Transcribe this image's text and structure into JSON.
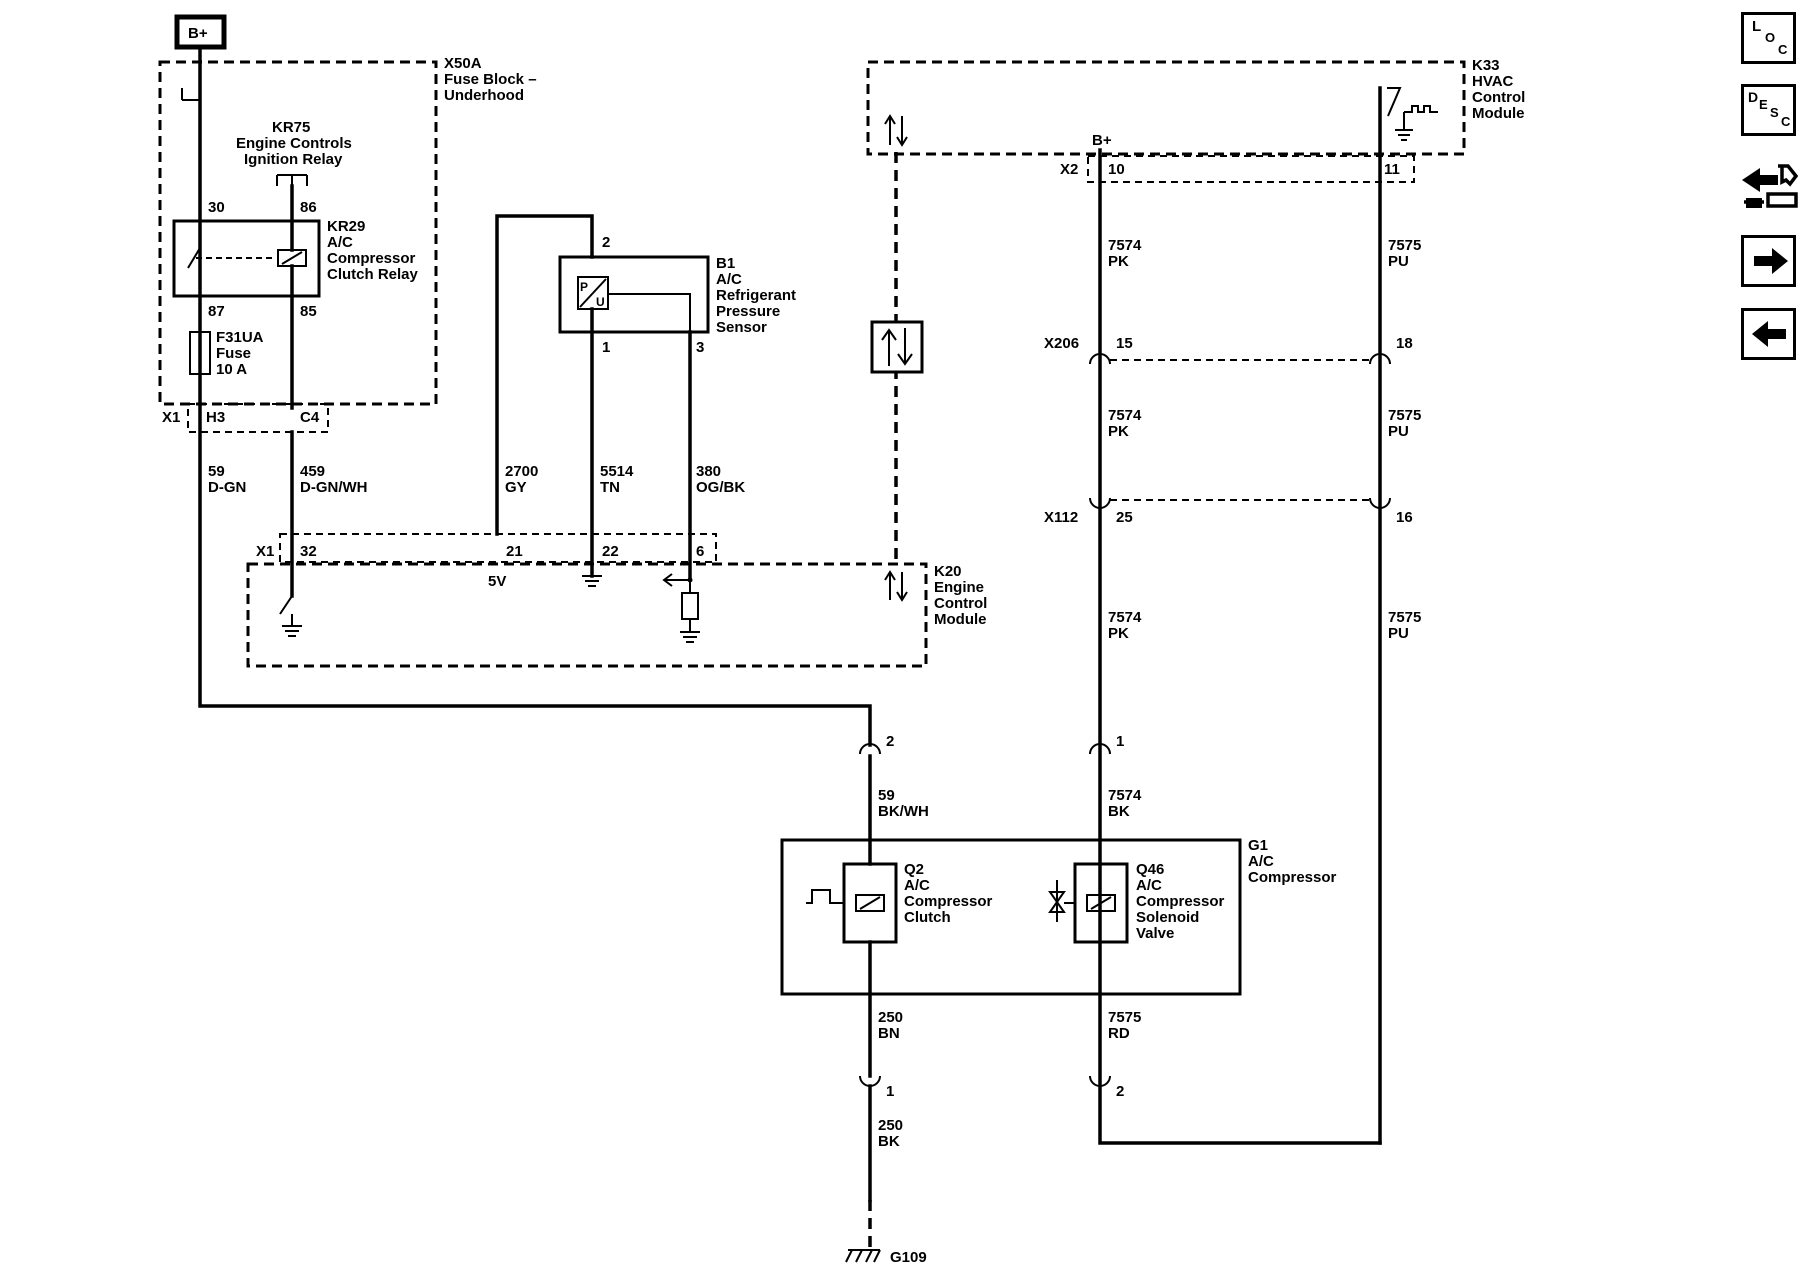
{
  "power": {
    "b_plus_box": "B+",
    "b_plus_k33": "B+"
  },
  "modules": {
    "x50a": {
      "id": "X50A",
      "name_1": "Fuse Block –",
      "name_2": "Underhood"
    },
    "kr75": {
      "id": "KR75",
      "name_1": "Engine Controls",
      "name_2": "Ignition Relay"
    },
    "kr29": {
      "id": "KR29",
      "name_1": "A/C",
      "name_2": "Compressor",
      "name_3": "Clutch Relay",
      "pin_30": "30",
      "pin_86": "86",
      "pin_87": "87",
      "pin_85": "85"
    },
    "f31ua": {
      "id": "F31UA",
      "name": "Fuse",
      "rating": "10 A"
    },
    "b1": {
      "id": "B1",
      "name_1": "A/C",
      "name_2": "Refrigerant",
      "name_3": "Pressure",
      "name_4": "Sensor",
      "pin_2": "2",
      "pin_1": "1",
      "pin_3": "3",
      "sym_p": "P",
      "sym_u": "U"
    },
    "k20": {
      "id": "K20",
      "name_1": "Engine",
      "name_2": "Control",
      "name_3": "Module",
      "ref_5v": "5V"
    },
    "k33": {
      "id": "K33",
      "name_1": "HVAC",
      "name_2": "Control",
      "name_3": "Module"
    },
    "g1": {
      "id": "G1",
      "name_1": "A/C",
      "name_2": "Compressor"
    },
    "q2": {
      "id": "Q2",
      "name_1": "A/C",
      "name_2": "Compressor",
      "name_3": "Clutch"
    },
    "q46": {
      "id": "Q46",
      "name_1": "A/C",
      "name_2": "Compressor",
      "name_3": "Solenoid",
      "name_4": "Valve"
    }
  },
  "connectors": {
    "x1_top": {
      "id": "X1",
      "pin_a": "H3",
      "pin_b": "C4"
    },
    "x1_k20": {
      "id": "X1",
      "pin_32": "32",
      "pin_21": "21",
      "pin_22": "22",
      "pin_6": "6"
    },
    "x2": {
      "id": "X2",
      "pin_10": "10",
      "pin_11": "11"
    },
    "x206": {
      "id": "X206",
      "pin_15": "15",
      "pin_18": "18"
    },
    "x112": {
      "id": "X112",
      "pin_25": "25",
      "pin_16": "16"
    },
    "g1_conn": {
      "pin_2": "2",
      "pin_1": "1"
    },
    "lower": {
      "pin_1": "1",
      "pin_2": "2"
    }
  },
  "wires": {
    "w59": {
      "circuit": "59",
      "color": "D-GN"
    },
    "w459": {
      "circuit": "459",
      "color": "D-GN/WH"
    },
    "w2700": {
      "circuit": "2700",
      "color": "GY"
    },
    "w5514": {
      "circuit": "5514",
      "color": "TN"
    },
    "w380": {
      "circuit": "380",
      "color": "OG/BK"
    },
    "w7574a": {
      "circuit": "7574",
      "color": "PK"
    },
    "w7575a": {
      "circuit": "7575",
      "color": "PU"
    },
    "w7574b": {
      "circuit": "7574",
      "color": "PK"
    },
    "w7575b": {
      "circuit": "7575",
      "color": "PU"
    },
    "w7574c": {
      "circuit": "7574",
      "color": "PK"
    },
    "w7575c": {
      "circuit": "7575",
      "color": "PU"
    },
    "w59bk": {
      "circuit": "59",
      "color": "BK/WH"
    },
    "w7574bk": {
      "circuit": "7574",
      "color": "BK"
    },
    "w250bn": {
      "circuit": "250",
      "color": "BN"
    },
    "w7575rd": {
      "circuit": "7575",
      "color": "RD"
    },
    "w250bk": {
      "circuit": "250",
      "color": "BK"
    }
  },
  "ground": {
    "id": "G109"
  },
  "nav": {
    "loc": {
      "l1": "L",
      "l2": "O",
      "l3": "C"
    },
    "desc": {
      "l1": "D",
      "l2": "E",
      "l3": "S",
      "l4": "C"
    }
  }
}
